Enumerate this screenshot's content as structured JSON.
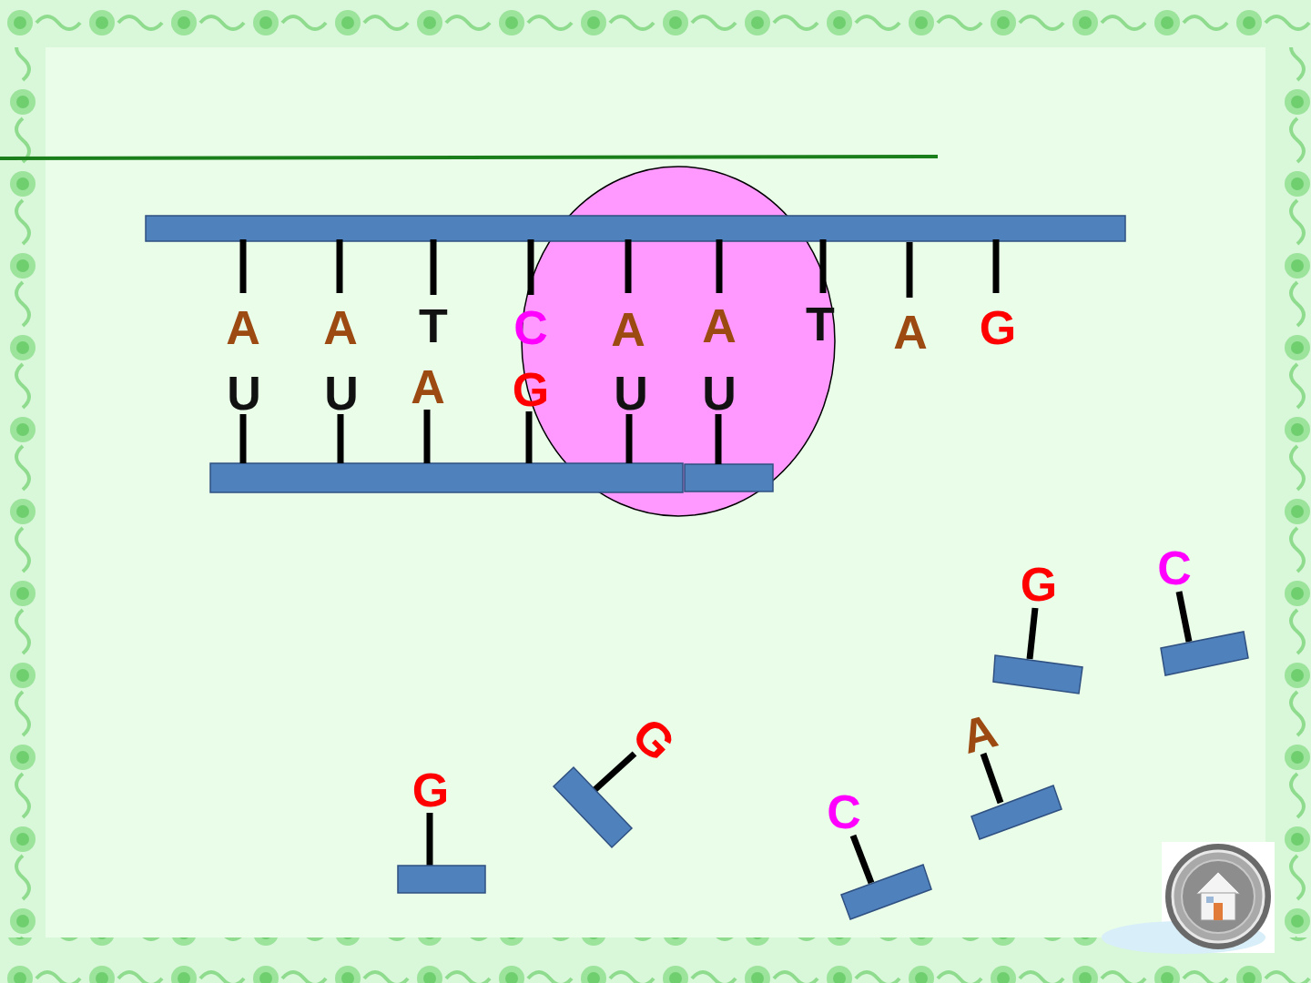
{
  "diagram": {
    "labels": [
      "A",
      "A",
      "T",
      "C",
      "A",
      "A",
      "T",
      "A",
      "G",
      "U",
      "U",
      "A",
      "G",
      "U",
      "U",
      "G",
      "C",
      "A",
      "C",
      "G",
      "G"
    ]
  }
}
